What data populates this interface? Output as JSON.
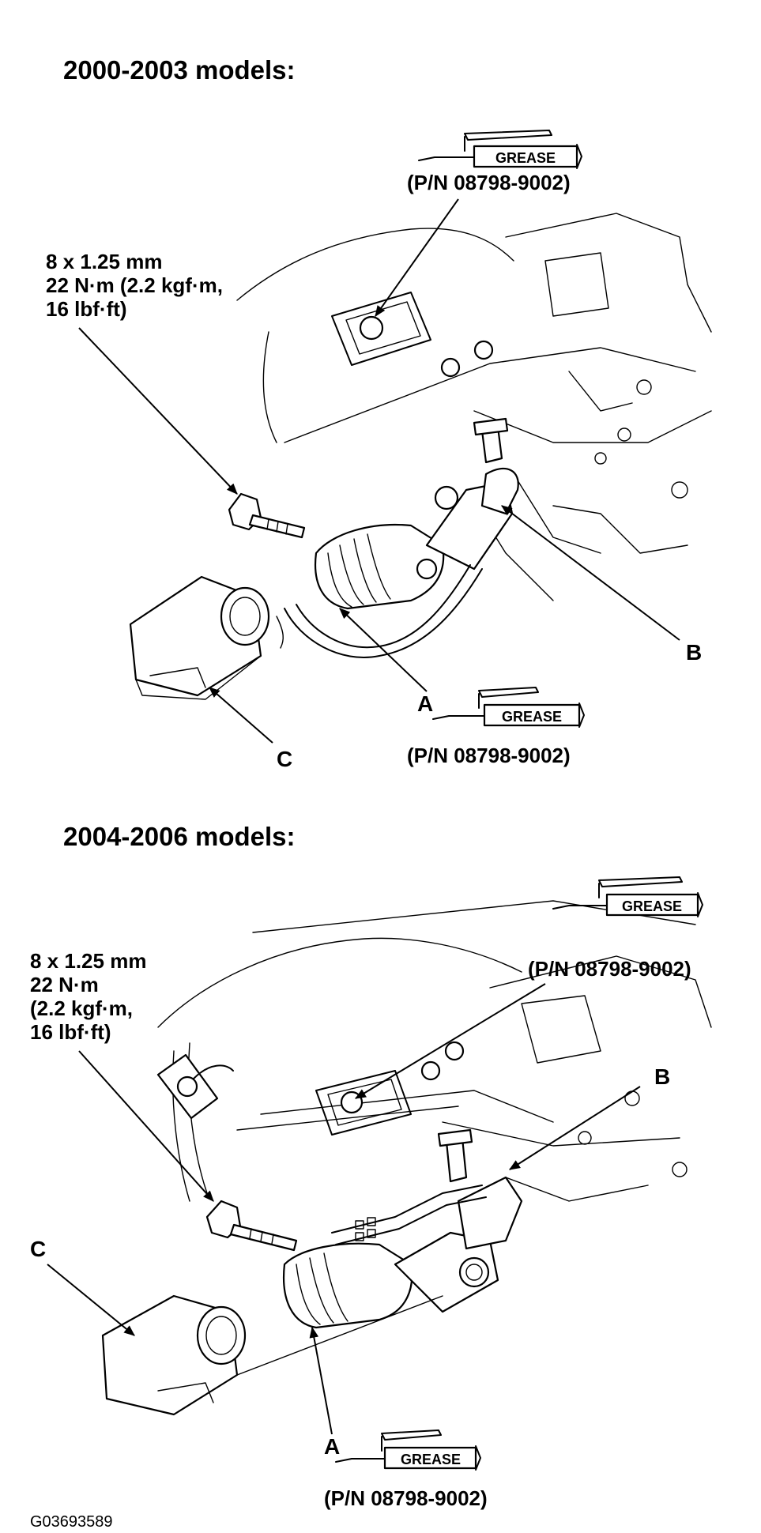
{
  "panel_top": {
    "title": "2000-2003 models:",
    "bolt_spec": [
      "8 x 1.25 mm",
      "22 N·m (2.2 kgf·m,",
      "16 lbf·ft)"
    ],
    "grease_label": "GREASE",
    "part_number_upper": "(P/N 08798-9002)",
    "part_number_lower": "(P/N 08798-9002)",
    "callout_a": "A",
    "callout_b": "B",
    "callout_c": "C"
  },
  "panel_bottom": {
    "title": "2004-2006 models:",
    "bolt_spec": [
      "8 x 1.25 mm",
      "22 N·m",
      "(2.2 kgf·m,",
      "16 lbf·ft)"
    ],
    "grease_label": "GREASE",
    "part_number_upper": "(P/N 08798-9002)",
    "part_number_lower": "(P/N 08798-9002)",
    "callout_a": "A",
    "callout_b": "B",
    "callout_c": "C"
  },
  "figure_id": "G03693589"
}
